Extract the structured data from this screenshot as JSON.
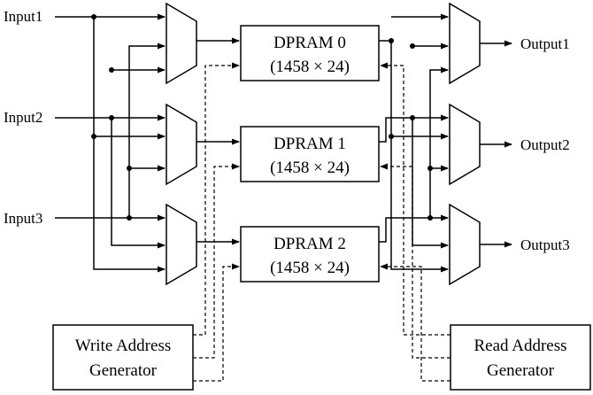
{
  "inputs": [
    "Input1",
    "Input2",
    "Input3"
  ],
  "outputs": [
    "Output1",
    "Output2",
    "Output3"
  ],
  "memories": [
    {
      "name": "DPRAM 0",
      "size": "(1458 × 24)"
    },
    {
      "name": "DPRAM 1",
      "size": "(1458 × 24)"
    },
    {
      "name": "DPRAM 2",
      "size": "(1458 × 24)"
    }
  ],
  "write_generator": [
    "Write Address",
    "Generator"
  ],
  "read_generator": [
    "Read Address",
    "Generator"
  ]
}
